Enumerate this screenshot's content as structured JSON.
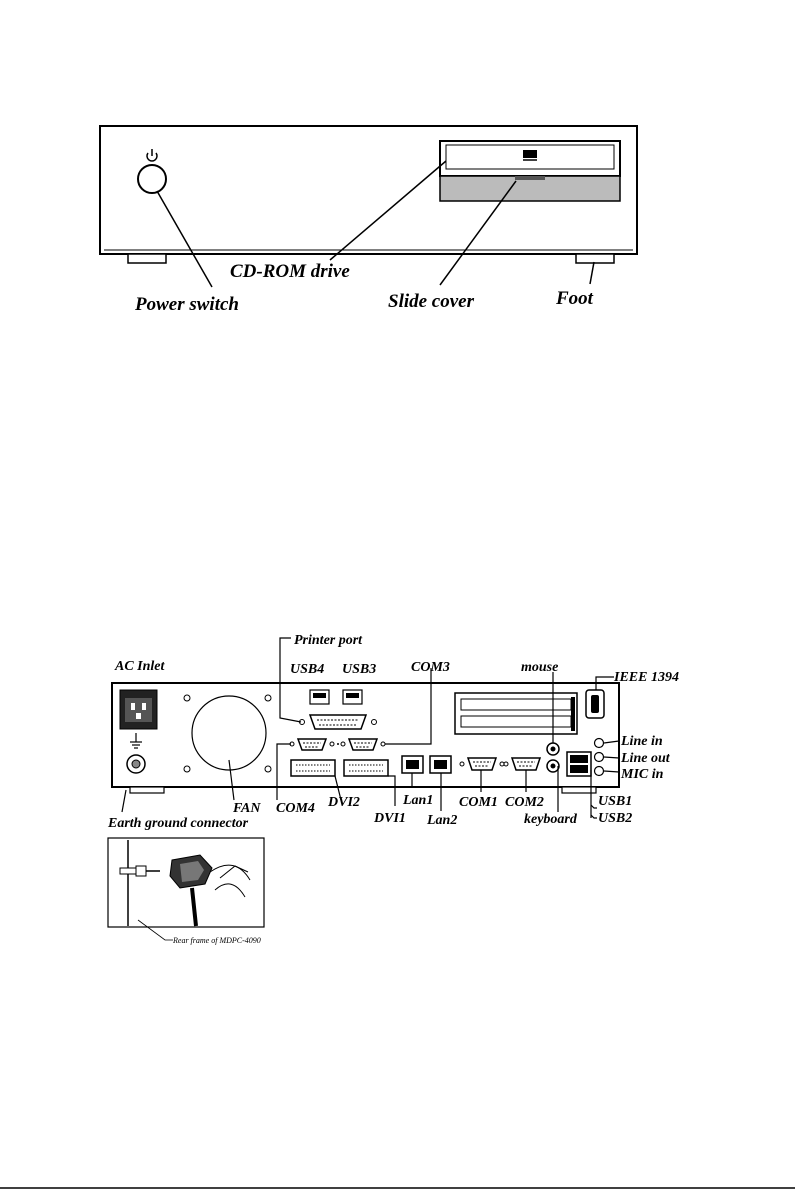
{
  "front_view": {
    "labels": {
      "cdrom": "CD-ROM drive",
      "power": "Power switch",
      "slide": "Slide cover",
      "foot": "Foot"
    }
  },
  "rear_view": {
    "labels": {
      "printer": "Printer port",
      "ac_inlet": "AC Inlet",
      "usb4": "USB4",
      "usb3": "USB3",
      "com3": "COM3",
      "mouse": "mouse",
      "ieee": "IEEE 1394",
      "line_in": "Line in",
      "line_out": "Line out",
      "mic_in": "MIC in",
      "usb1": "USB1",
      "usb2": "USB2",
      "fan": "FAN",
      "com4": "COM4",
      "dvi2": "DVI2",
      "dvi1": "DVI1",
      "lan1": "Lan1",
      "lan2": "Lan2",
      "com1": "COM1",
      "com2": "COM2",
      "keyboard": "keyboard",
      "earth": "Earth ground connector"
    }
  },
  "inset": {
    "caption": "Rear frame of MDPC-4090"
  }
}
